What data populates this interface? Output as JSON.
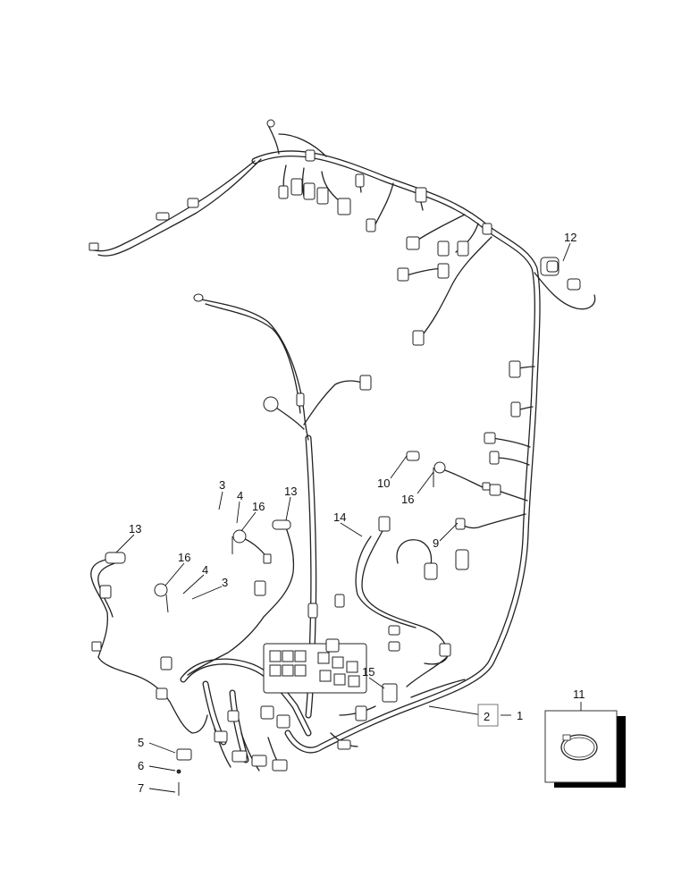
{
  "callouts": {
    "c1": "1",
    "c2": "2",
    "c3a": "3",
    "c3b": "3",
    "c4a": "4",
    "c4b": "4",
    "c5": "5",
    "c6": "6",
    "c7": "7",
    "c9": "9",
    "c10": "10",
    "c11": "11",
    "c12": "12",
    "c13a": "13",
    "c13b": "13",
    "c14": "14",
    "c15": "15",
    "c16a": "16",
    "c16b": "16",
    "c16c": "16"
  }
}
